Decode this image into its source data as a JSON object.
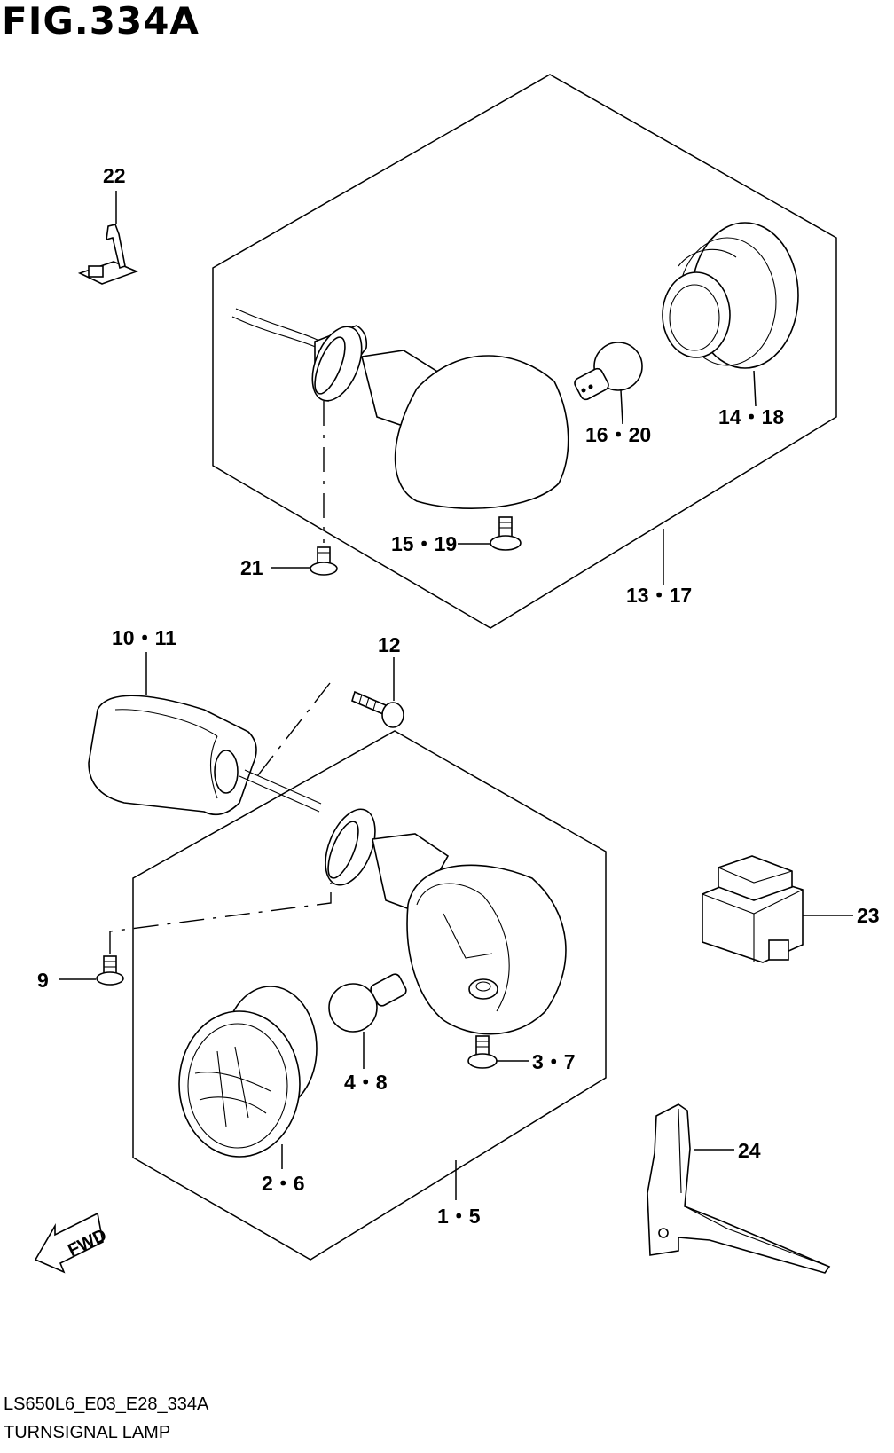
{
  "figure_title": "FIG.334A",
  "footer": {
    "code": "LS650L6_E03_E28_334A",
    "title": "TURNSIGNAL LAMP"
  },
  "callouts": {
    "c22": "22",
    "c14_18": "14・18",
    "c16_20": "16・20",
    "c15_19": "15・19",
    "c21": "21",
    "c13_17": "13・17",
    "c10_11": "10・11",
    "c12": "12",
    "c23": "23",
    "c9": "9",
    "c3_7": "3・7",
    "c4_8": "4・8",
    "c24": "24",
    "c2_6": "2・6",
    "c1_5": "1・5"
  },
  "fwd_arrow": {
    "label": "FWD",
    "icon": "forward-arrow-icon"
  }
}
